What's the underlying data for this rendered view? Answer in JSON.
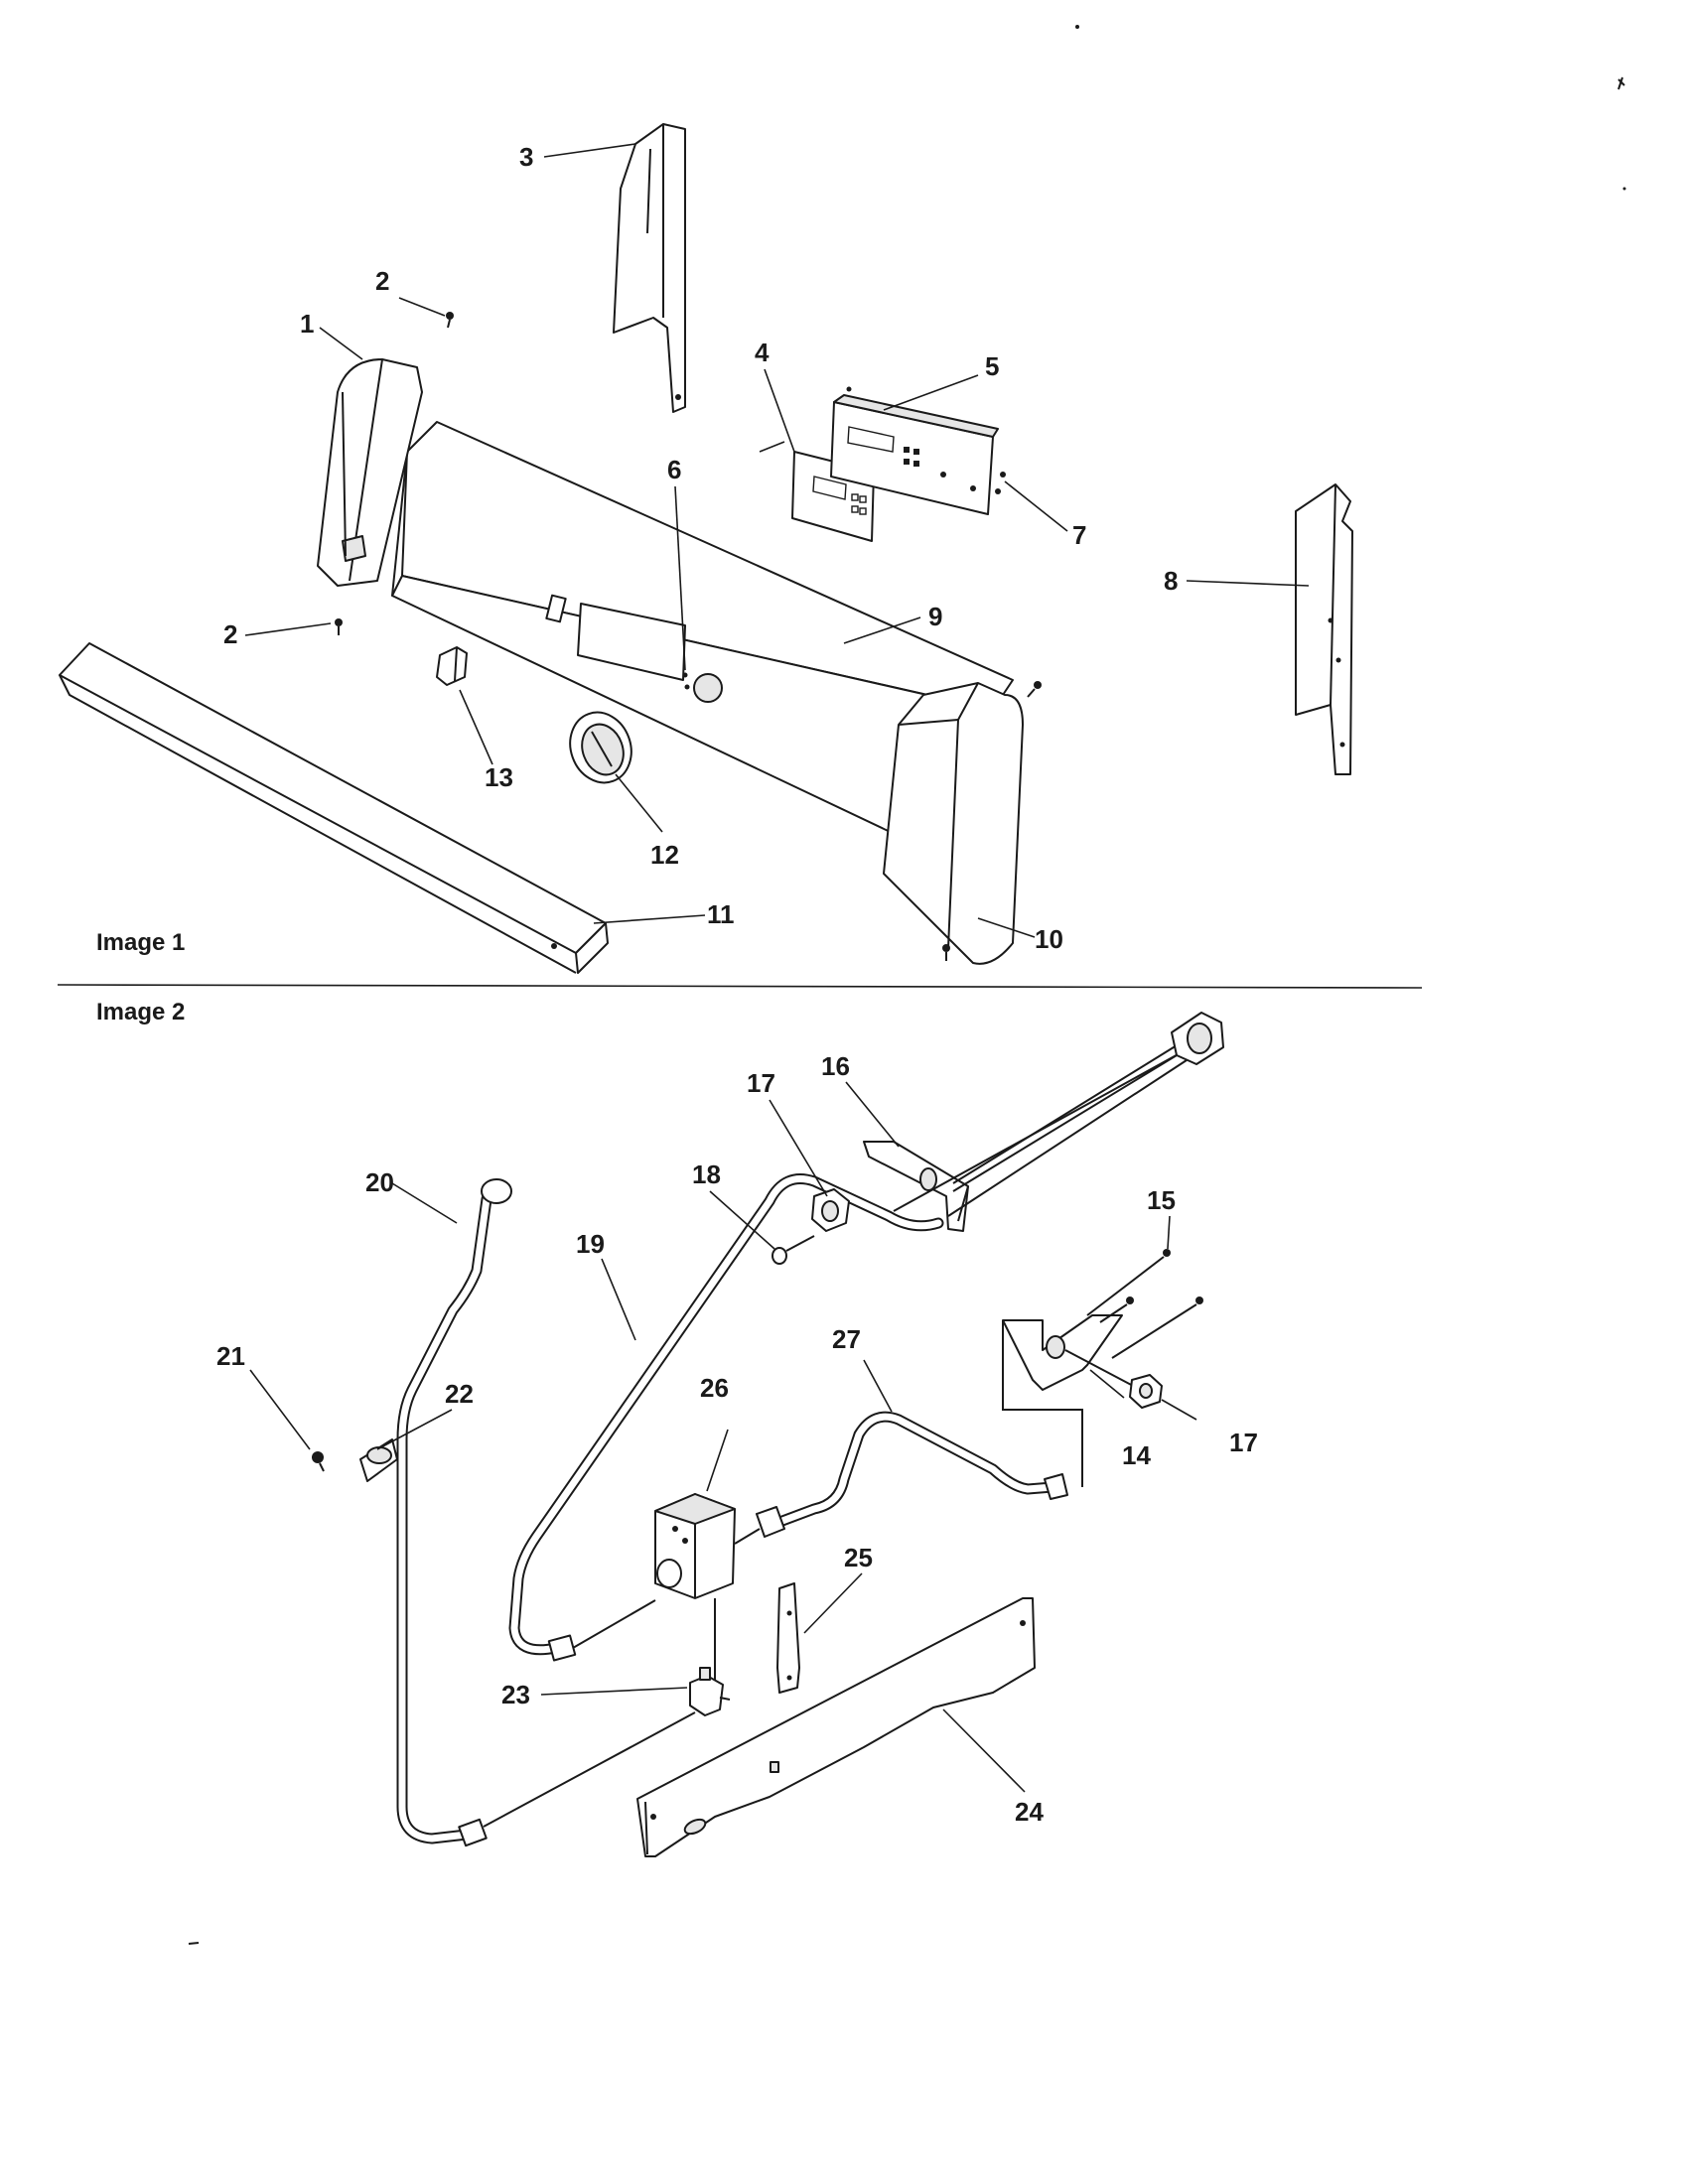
{
  "sections": [
    {
      "label": "Image 1"
    },
    {
      "label": "Image 2"
    }
  ],
  "callouts": {
    "c1": "1",
    "c2a": "2",
    "c2b": "2",
    "c3": "3",
    "c4": "4",
    "c5": "5",
    "c6": "6",
    "c7": "7",
    "c8": "8",
    "c9": "9",
    "c10": "10",
    "c11": "11",
    "c12": "12",
    "c13": "13",
    "c14": "14",
    "c15": "15",
    "c16": "16",
    "c17a": "17",
    "c17b": "17",
    "c18": "18",
    "c19": "19",
    "c20": "20",
    "c21": "21",
    "c22": "22",
    "c23": "23",
    "c24": "24",
    "c25": "25",
    "c26": "26",
    "c27": "27"
  },
  "colors": {
    "ink": "#1a1a1a",
    "paper": "#ffffff",
    "shade": "#e6e6e6"
  }
}
